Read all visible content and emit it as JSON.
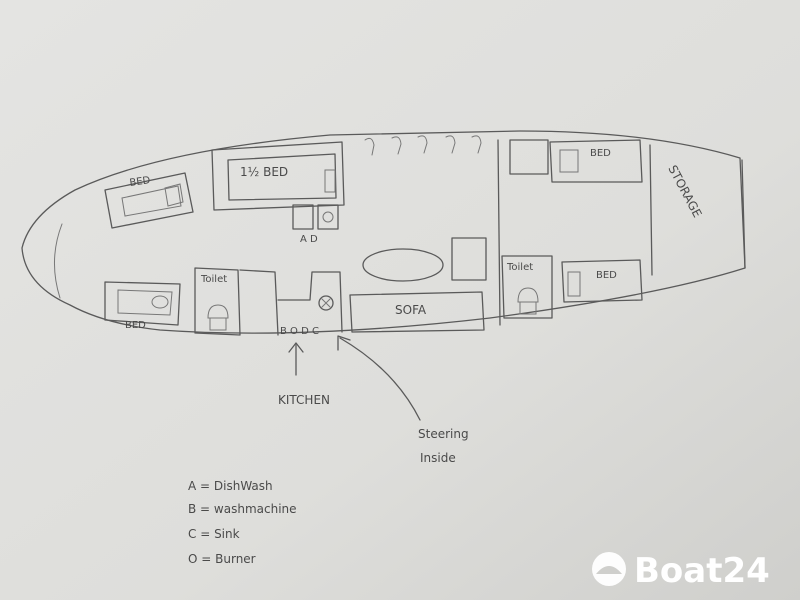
{
  "rooms": {
    "bed_1": "BED",
    "bed_2": "1½ BED",
    "bed_3": "BED",
    "bed_4": "BED",
    "bed_5": "BED",
    "toilet_1": "Toilet",
    "toilet_2": "Toilet",
    "sofa": "SOFA",
    "storage": "STORAGE",
    "kitchen_codes": "B O D C",
    "appliance_codes": "A D"
  },
  "callouts": {
    "kitchen": "KITCHEN",
    "steering_line1": "Steering",
    "steering_line2": "Inside"
  },
  "legend": {
    "items": [
      "A = DishWash",
      "B = washmachine",
      "C = Sink",
      "O = Burner"
    ]
  },
  "watermark": {
    "brand": "Boat24"
  }
}
